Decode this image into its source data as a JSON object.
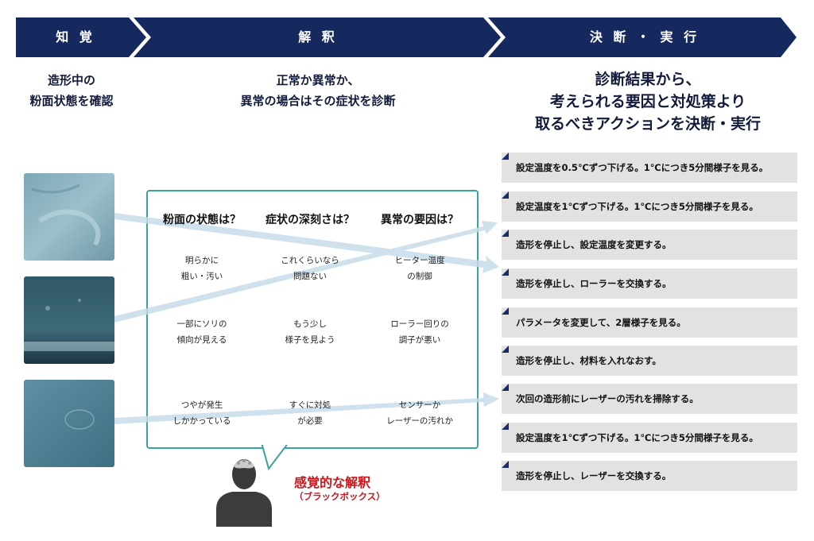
{
  "stages": {
    "perception": {
      "label": "知 覚",
      "lines": [
        "造形中の",
        "粉面状態を確認"
      ]
    },
    "interpretation": {
      "label": "解 釈",
      "lines": [
        "正常か異常か、",
        "異常の場合はその症状を診断"
      ]
    },
    "decision": {
      "label": "決 断 ・ 実 行",
      "lines": [
        "診断結果から、",
        "考えられる要因と対処策より",
        "取るべきアクションを決断・実行"
      ]
    }
  },
  "interpretation_table": {
    "headers": [
      "粉面の状態は？",
      "症状の深刻さは？",
      "異常の要因は？"
    ],
    "rows": [
      [
        [
          "明らかに",
          "粗い・汚い"
        ],
        [
          "これくらいなら",
          "問題ない"
        ],
        [
          "ヒーター温度",
          "の制御"
        ]
      ],
      [
        [
          "一部にソリの",
          "傾向が見える"
        ],
        [
          "もう少し",
          "様子を見よう"
        ],
        [
          "ローラー回りの",
          "調子が悪い"
        ]
      ],
      [
        [
          "つやが発生",
          "しかかっている"
        ],
        [
          "すぐに対処",
          "が必要"
        ],
        [
          "センサーか",
          "レーザーの汚れか"
        ]
      ]
    ]
  },
  "actions": [
    "設定温度を0.5℃ずつ下げる。1℃につき5分間様子を見る。",
    "設定温度を1℃ずつ下げる。1℃につき5分間様子を見る。",
    "造形を停止し、設定温度を変更する。",
    "造形を停止し、ローラーを交換する。",
    "パラメータを変更して、2層様子を見る。",
    "造形を停止し、材料を入れなおす。",
    "次回の造形前にレーザーの汚れを掃除する。",
    "設定温度を1℃ずつ下げる。1℃につき5分間様子を見る。",
    "造形を停止し、レーザーを交換する。"
  ],
  "interpreter": {
    "title": "感覚的な解釈",
    "subtitle": "（ブラックボックス）",
    "icon": "person-icon"
  },
  "colors": {
    "banner": "#15295e",
    "panel_border": "#3aa49c",
    "arrow": "#c7dcea",
    "action_bg": "#e2e2e2",
    "accent_red": "#c8161d"
  }
}
